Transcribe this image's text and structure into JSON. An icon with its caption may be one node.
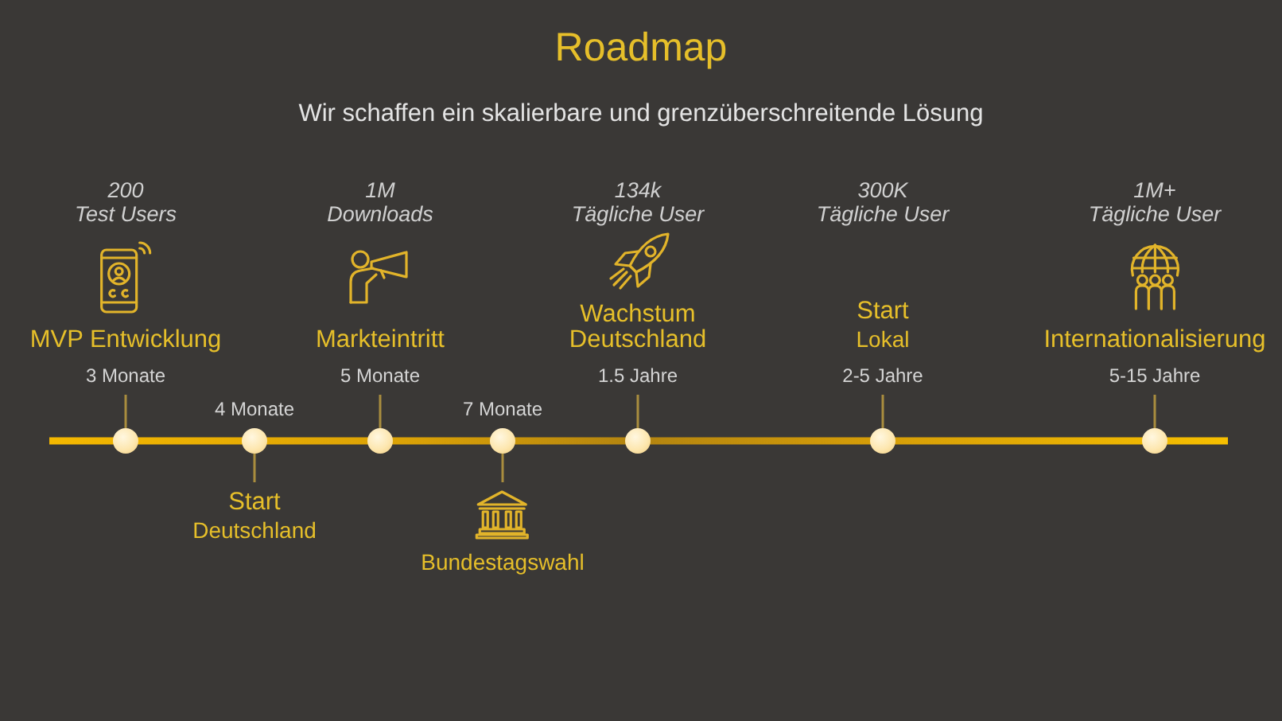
{
  "diagram": {
    "title": "Roadmap",
    "nodes": [
      {
        "text": [
          "200",
          "Test Users",
          "MVP Entwicklung",
          "3 Monate"
        ]
      },
      {
        "text": [],
        "shape": "circle"
      },
      {
        "text": [],
        "shape": "circle",
        "beside": [
          "4 Monate"
        ]
      },
      {
        "text": [
          "Start",
          "Deutschland"
        ]
      },
      {
        "text": [
          "1M",
          "Downloads",
          "Markteintritt",
          "5 Monate"
        ]
      },
      {
        "text": [],
        "shape": "circle"
      },
      {
        "text": [],
        "shape": "circle",
        "beside": [
          "7 Monate"
        ]
      },
      {
        "text": [
          "Bundestagswahl"
        ]
      },
      {
        "text": [
          "134k",
          "Tägliche User",
          "Wachstum Deutschland",
          "1.5 Jahre"
        ]
      },
      {
        "text": [],
        "shape": "circle"
      },
      {
        "text": [
          "300K",
          "Tägliche User",
          "Start",
          "Lokal",
          "2-5 Jahre"
        ]
      },
      {
        "text": [],
        "shape": "circle"
      },
      {
        "text": [
          "1M+",
          "Tägliche User",
          "Internationalisierung",
          "5-15 Jahre"
        ]
      },
      {
        "text": [],
        "shape": "circle"
      }
    ],
    "edges": [
      {
        "from": 1,
        "to": 0,
        "arrow": "none"
      },
      {
        "from": 2,
        "to": 3,
        "arrow": "none"
      },
      {
        "from": 5,
        "to": 4,
        "arrow": "none"
      },
      {
        "from": 6,
        "to": 7,
        "arrow": "none"
      },
      {
        "from": 9,
        "to": 8,
        "arrow": "none"
      },
      {
        "from": 11,
        "to": 10,
        "arrow": "none"
      },
      {
        "from": 13,
        "to": 12,
        "arrow": "none"
      }
    ],
    "labels": [
      "Wir schaffen ein skalierbare und grenzüberschreitende Lösung"
    ]
  }
}
